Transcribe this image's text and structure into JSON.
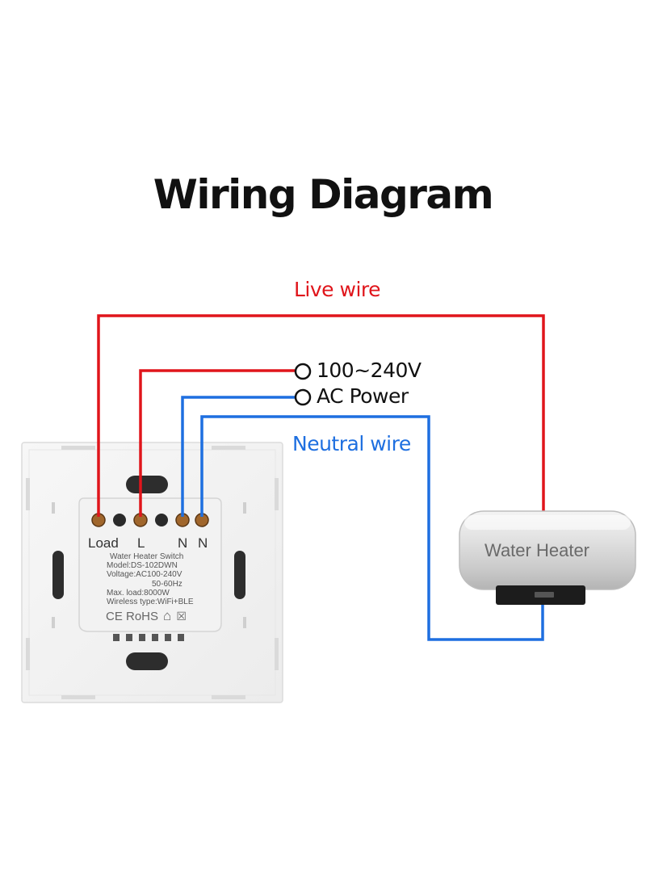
{
  "title": "Wiring Diagram",
  "labels": {
    "live_wire": "Live wire",
    "neutral_wire": "Neutral wire",
    "voltage": "100~240V",
    "ac_power": "AC Power"
  },
  "terminals": [
    "Load",
    "L",
    "N",
    "N"
  ],
  "switch_specs": {
    "name": "Water Heater Switch",
    "model": "Model:DS-102DWN",
    "voltage": "Voltage:AC100-240V",
    "frequency": "50-60Hz",
    "max_load": "Max. load:8000W",
    "wireless": "Wireless type:WiFi+BLE",
    "certs": "CE RoHS"
  },
  "heater": {
    "label": "Water Heater"
  },
  "colors": {
    "live": "#e0151b",
    "neutral": "#1e6fe0"
  }
}
